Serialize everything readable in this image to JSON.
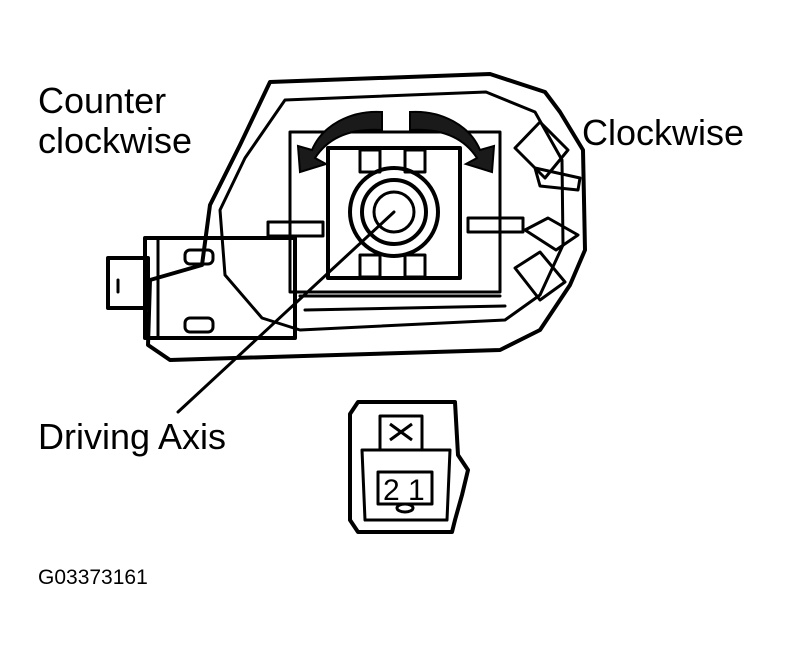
{
  "labels": {
    "counter_line1": "Counter",
    "counter_line2": "clockwise",
    "clockwise": "Clockwise",
    "driving_axis": "Driving Axis",
    "figure_code": "G03373161"
  },
  "connector": {
    "pin_left": "2",
    "pin_right": "1"
  },
  "colors": {
    "line": "#000000",
    "arrow_fill": "#1a1a1a",
    "background": "#ffffff"
  }
}
